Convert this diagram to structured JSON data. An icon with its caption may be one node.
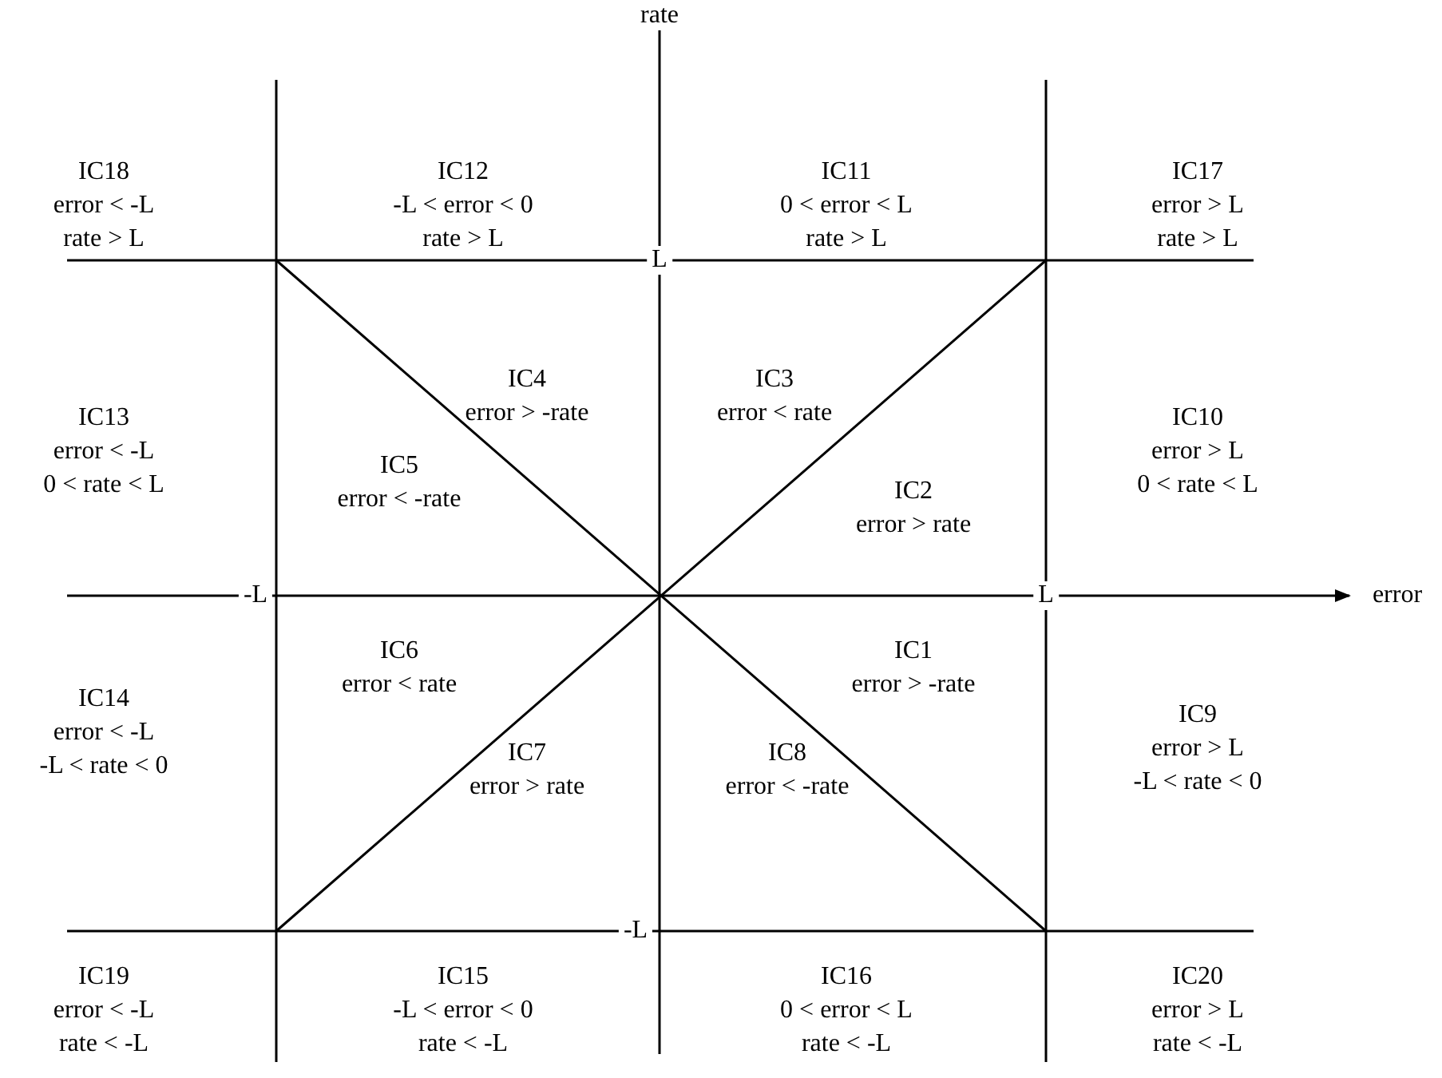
{
  "diagram": {
    "labels": [
      "rate",
      "IC18",
      "error < -L",
      "rate > L",
      "IC12",
      "-L < error < 0",
      "rate > L",
      "IC11",
      "0 < error < L",
      "rate > L",
      "IC17",
      "error > L",
      "rate > L",
      "L",
      "IC4",
      "error > -rate",
      "IC3",
      "error < rate",
      "IC13",
      "error < -L",
      "0 < rate < L",
      "IC10",
      "error > L",
      "0 < rate < L",
      "IC5",
      "error < -rate",
      "IC2",
      "error > rate",
      "-L",
      "L",
      "error",
      "IC6",
      "error < rate",
      "IC1",
      "error > -rate",
      "IC14",
      "error < -L",
      "-L < rate < 0",
      "IC9",
      "error > L",
      "-L < rate < 0",
      "IC7",
      "error > rate",
      "IC8",
      "error < -rate",
      "-L",
      "IC19",
      "error < -L",
      "rate < -L",
      "IC15",
      "-L < error < 0",
      "rate < -L",
      "IC16",
      "0 < error < L",
      "rate < -L",
      "IC20",
      "error > L",
      "rate < -L"
    ]
  }
}
